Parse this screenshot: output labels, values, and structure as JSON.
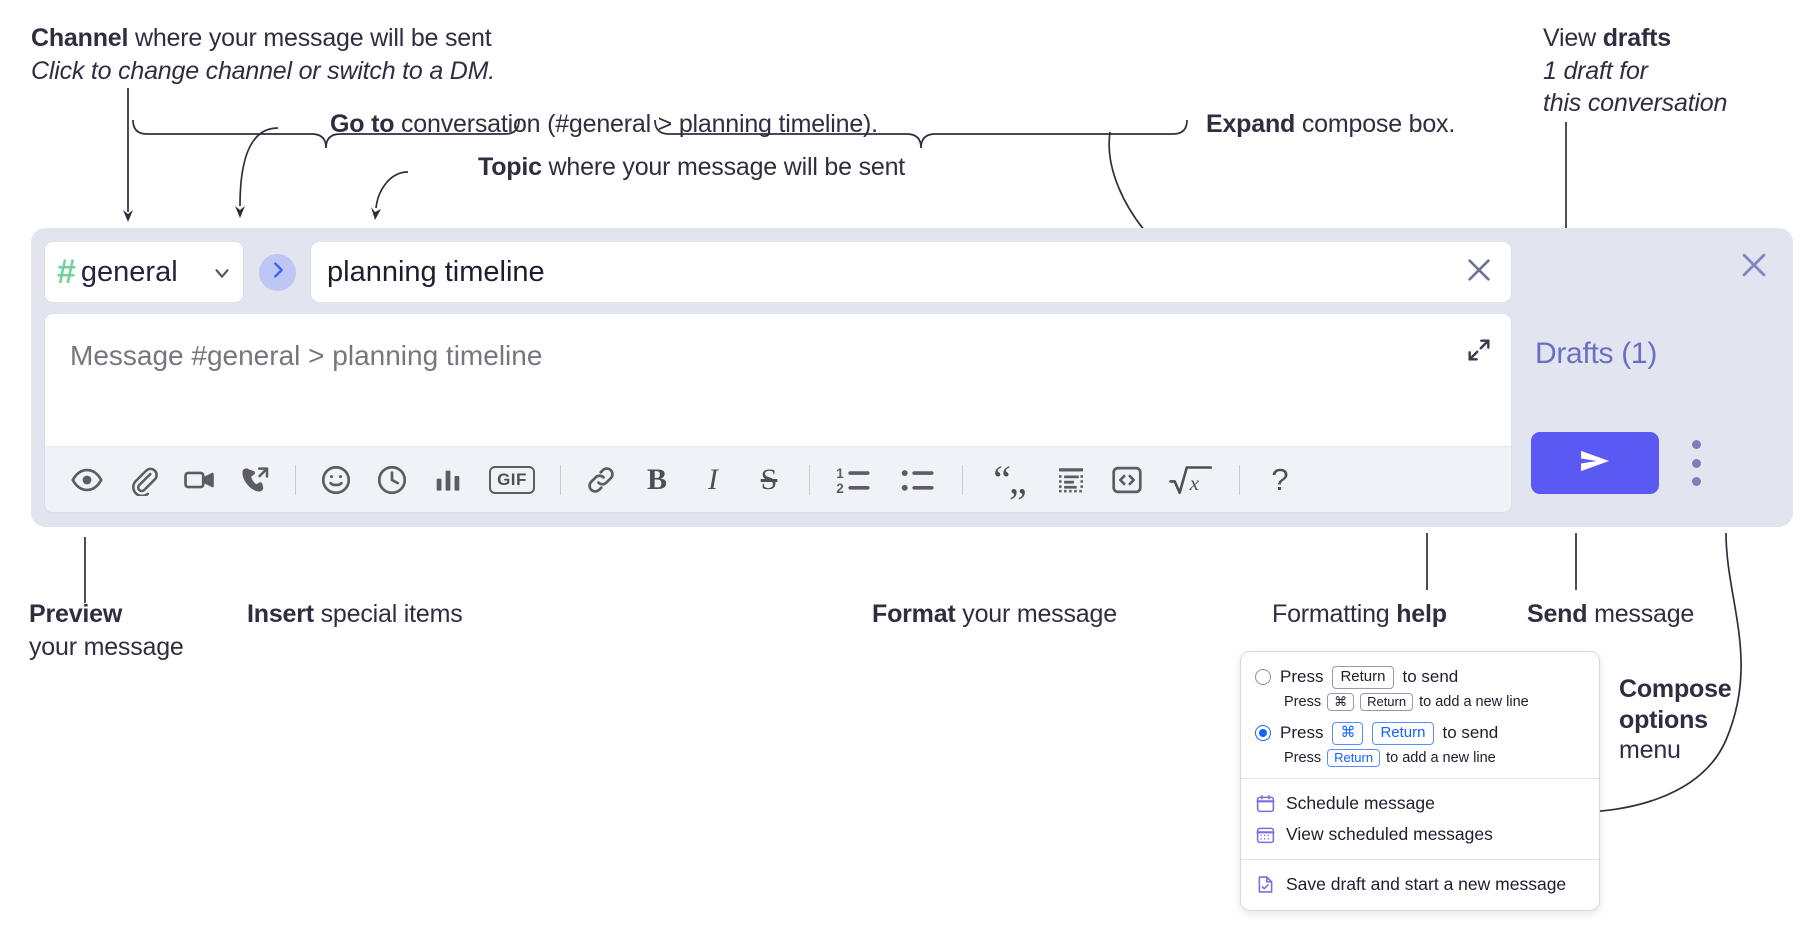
{
  "annotations": {
    "channel": {
      "bold": "Channel",
      "rest": " where your message will be sent",
      "italic": "Click to change channel or switch to a DM."
    },
    "goto": {
      "bold": "Go to",
      "rest": " conversation (#general > planning timeline)."
    },
    "topic": {
      "bold": "Topic",
      "rest": " where your message will be sent"
    },
    "expand": {
      "bold": "Expand",
      "rest": " compose box."
    },
    "drafts": {
      "plain": "View ",
      "bold": "drafts",
      "italic1": "1 draft for",
      "italic2": "this conversation"
    },
    "preview": {
      "bold": "Preview",
      "rest": "your message"
    },
    "insert": {
      "bold": "Insert",
      "rest": " special items"
    },
    "format": {
      "bold": "Format",
      "rest": " your message"
    },
    "help": {
      "plain": "Formatting ",
      "bold": "help"
    },
    "send": {
      "bold": "Send",
      "rest": " message"
    },
    "compose_options": {
      "bold1": "Compose",
      "bold2": "options",
      "rest": "menu"
    }
  },
  "compose": {
    "channel_name": "general",
    "channel_hash": "#",
    "topic_value": "planning timeline",
    "message_placeholder": "Message #general > planning timeline",
    "drafts_label": "Drafts (1)",
    "toolbar_icons": [
      {
        "name": "preview-eye-icon"
      },
      {
        "name": "attachment-paperclip-icon"
      },
      {
        "name": "video-camera-icon"
      },
      {
        "name": "phone-forward-icon"
      },
      {
        "name": "emoji-smiley-icon"
      },
      {
        "name": "clock-icon"
      },
      {
        "name": "bar-chart-icon"
      },
      {
        "name": "gif-icon",
        "text": "GIF"
      },
      {
        "name": "link-icon"
      },
      {
        "name": "bold-icon",
        "text": "B"
      },
      {
        "name": "italic-icon",
        "text": "I"
      },
      {
        "name": "strikethrough-icon",
        "text": "S"
      },
      {
        "name": "ordered-list-icon"
      },
      {
        "name": "bulleted-list-icon"
      },
      {
        "name": "blockquote-icon"
      },
      {
        "name": "code-block-icon"
      },
      {
        "name": "inline-code-icon"
      },
      {
        "name": "math-sqrt-icon"
      },
      {
        "name": "formatting-help-icon",
        "text": "?"
      }
    ]
  },
  "options_menu": {
    "radio1": {
      "selected": false,
      "pre": "Press",
      "key": "Return",
      "post": "to send",
      "sub_pre": "Press",
      "sub_key1": "⌘",
      "sub_key2": "Return",
      "sub_post": "to add a new line"
    },
    "radio2": {
      "selected": true,
      "pre": "Press",
      "key1": "⌘",
      "key2": "Return",
      "post": "to send",
      "sub_pre": "Press",
      "sub_key": "Return",
      "sub_post": "to add a new line"
    },
    "items": [
      {
        "icon": "calendar-schedule-icon",
        "label": "Schedule message"
      },
      {
        "icon": "calendar-grid-icon",
        "label": "View scheduled messages"
      },
      {
        "icon": "save-draft-icon",
        "label": "Save draft and start a new message"
      }
    ]
  },
  "colors": {
    "panel_bg": "#e2e4f0",
    "send_purple": "#5a5af2",
    "hash_green": "#6fd39b",
    "goto_blue": "#4a6ef0",
    "drafts_text": "#6a6fc4",
    "radio_blue": "#1264ff"
  }
}
